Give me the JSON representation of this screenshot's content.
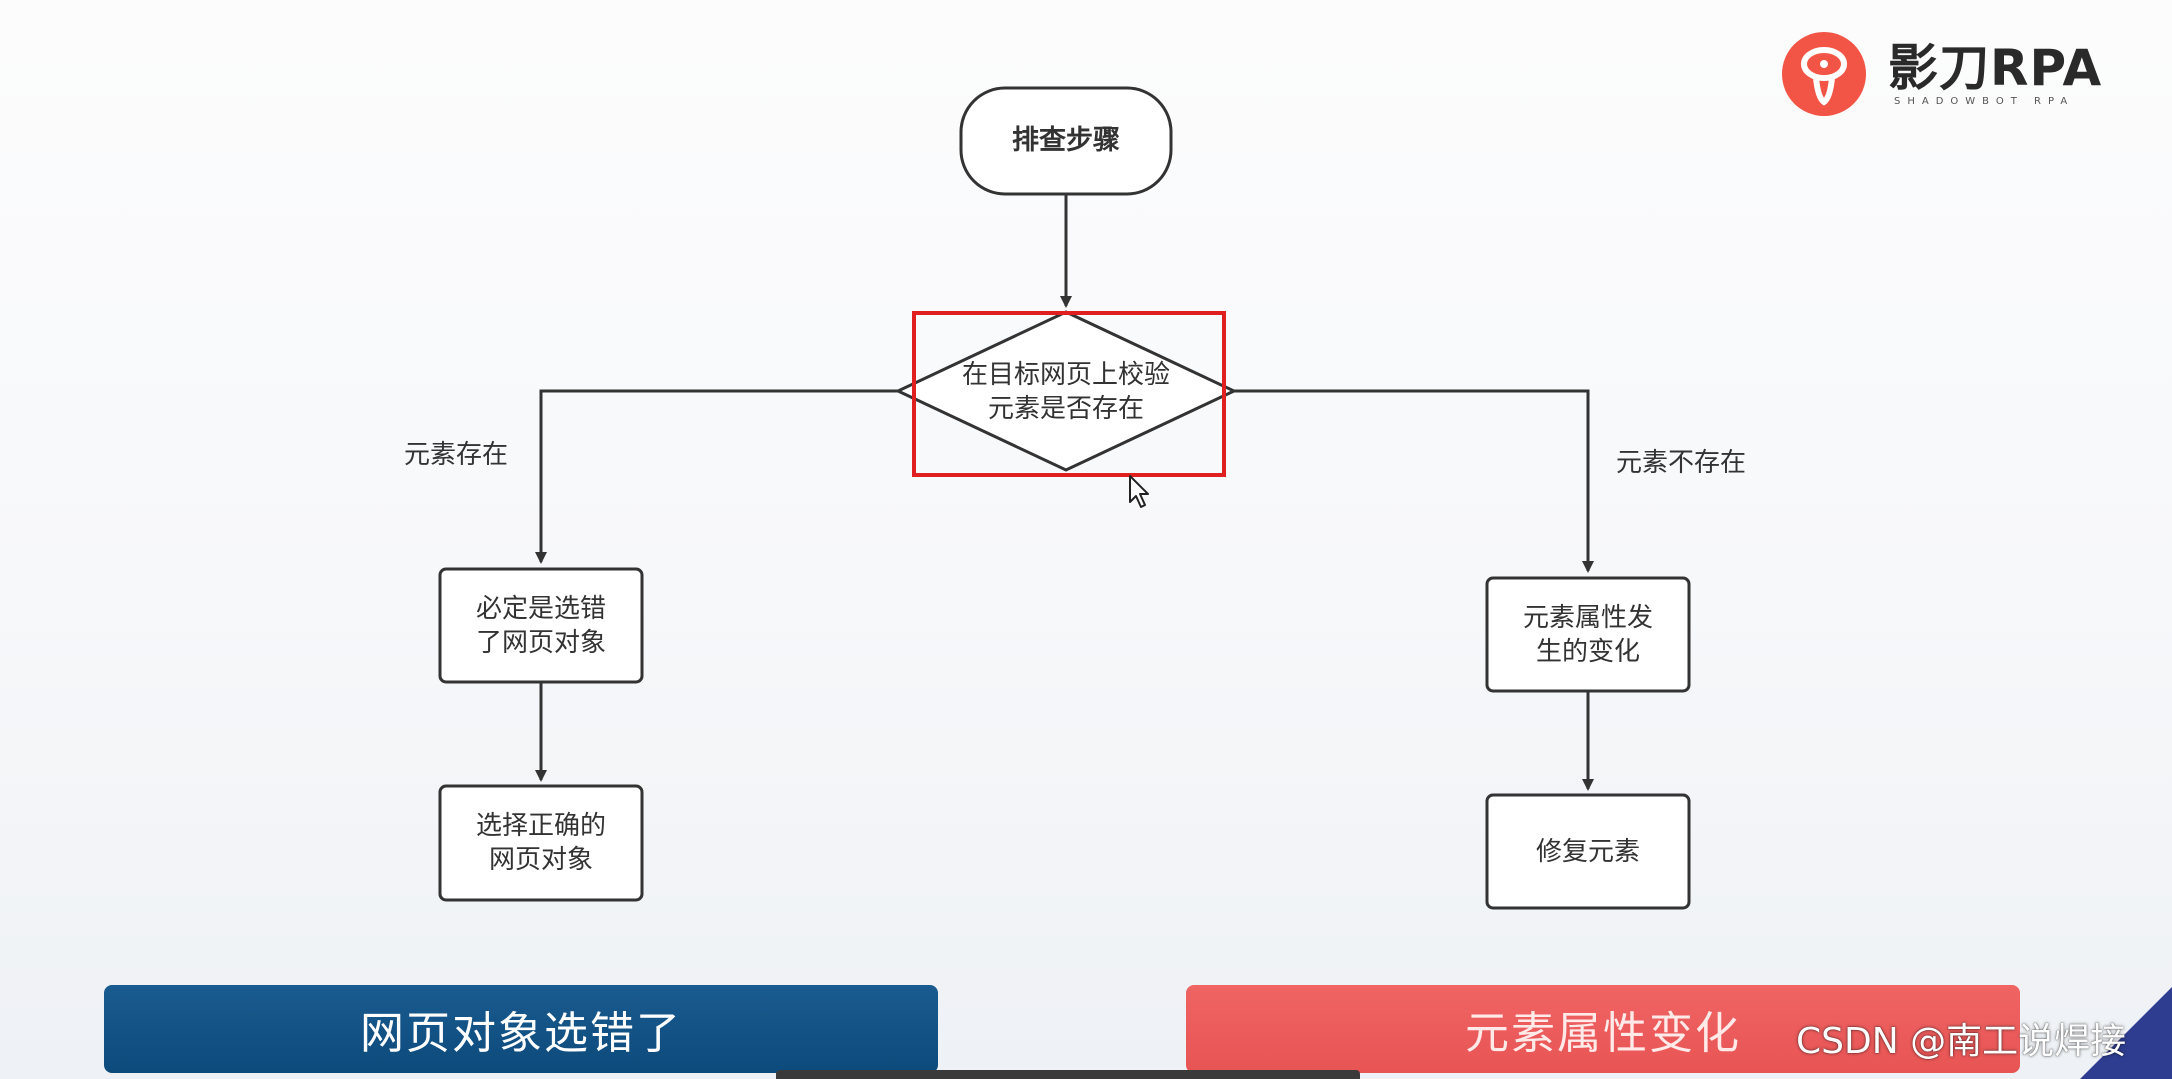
{
  "logo": {
    "name": "影刀RPA",
    "sub": "SHADOWBOT RPA",
    "color": "#f25545"
  },
  "flowchart": {
    "start": "排查步骤",
    "decision_line1": "在目标网页上校验",
    "decision_line2": "元素是否存在",
    "branch_yes_label": "元素存在",
    "branch_no_label": "元素不存在",
    "left_step1_line1": "必定是选错",
    "left_step1_line2": "了网页对象",
    "left_step2_line1": "选择正确的",
    "left_step2_line2": "网页对象",
    "right_step1_line1": "元素属性发",
    "right_step1_line2": "生的变化",
    "right_step2": "修复元素",
    "highlight_color": "#e02020"
  },
  "buttons": {
    "left": "网页对象选错了",
    "right": "元素属性变化",
    "left_color": "#0d4a7c",
    "right_color": "#e85454"
  },
  "watermark": "CSDN @南工说焊接"
}
